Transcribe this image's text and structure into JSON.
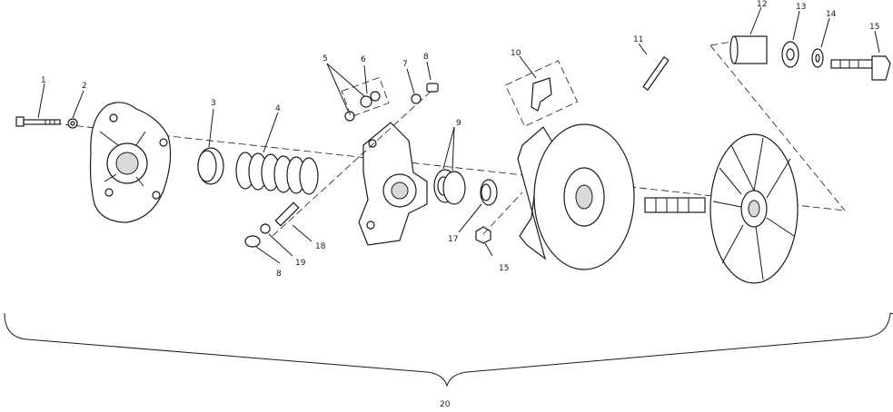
{
  "diagram": {
    "callouts": [
      {
        "id": "c1",
        "text": "1"
      },
      {
        "id": "c2",
        "text": "2"
      },
      {
        "id": "c3",
        "text": "3"
      },
      {
        "id": "c4",
        "text": "4"
      },
      {
        "id": "c5",
        "text": "5"
      },
      {
        "id": "c6",
        "text": "6"
      },
      {
        "id": "c7",
        "text": "7"
      },
      {
        "id": "c8a",
        "text": "8"
      },
      {
        "id": "c9",
        "text": "9"
      },
      {
        "id": "c10",
        "text": "10"
      },
      {
        "id": "c11",
        "text": "11"
      },
      {
        "id": "c12",
        "text": "12"
      },
      {
        "id": "c13",
        "text": "13"
      },
      {
        "id": "c14",
        "text": "14"
      },
      {
        "id": "c15a",
        "text": "15"
      },
      {
        "id": "c15b",
        "text": "15"
      },
      {
        "id": "c17",
        "text": "17"
      },
      {
        "id": "c18",
        "text": "18"
      },
      {
        "id": "c19",
        "text": "19"
      },
      {
        "id": "c8b",
        "text": "8"
      },
      {
        "id": "c20",
        "text": "20"
      }
    ]
  }
}
